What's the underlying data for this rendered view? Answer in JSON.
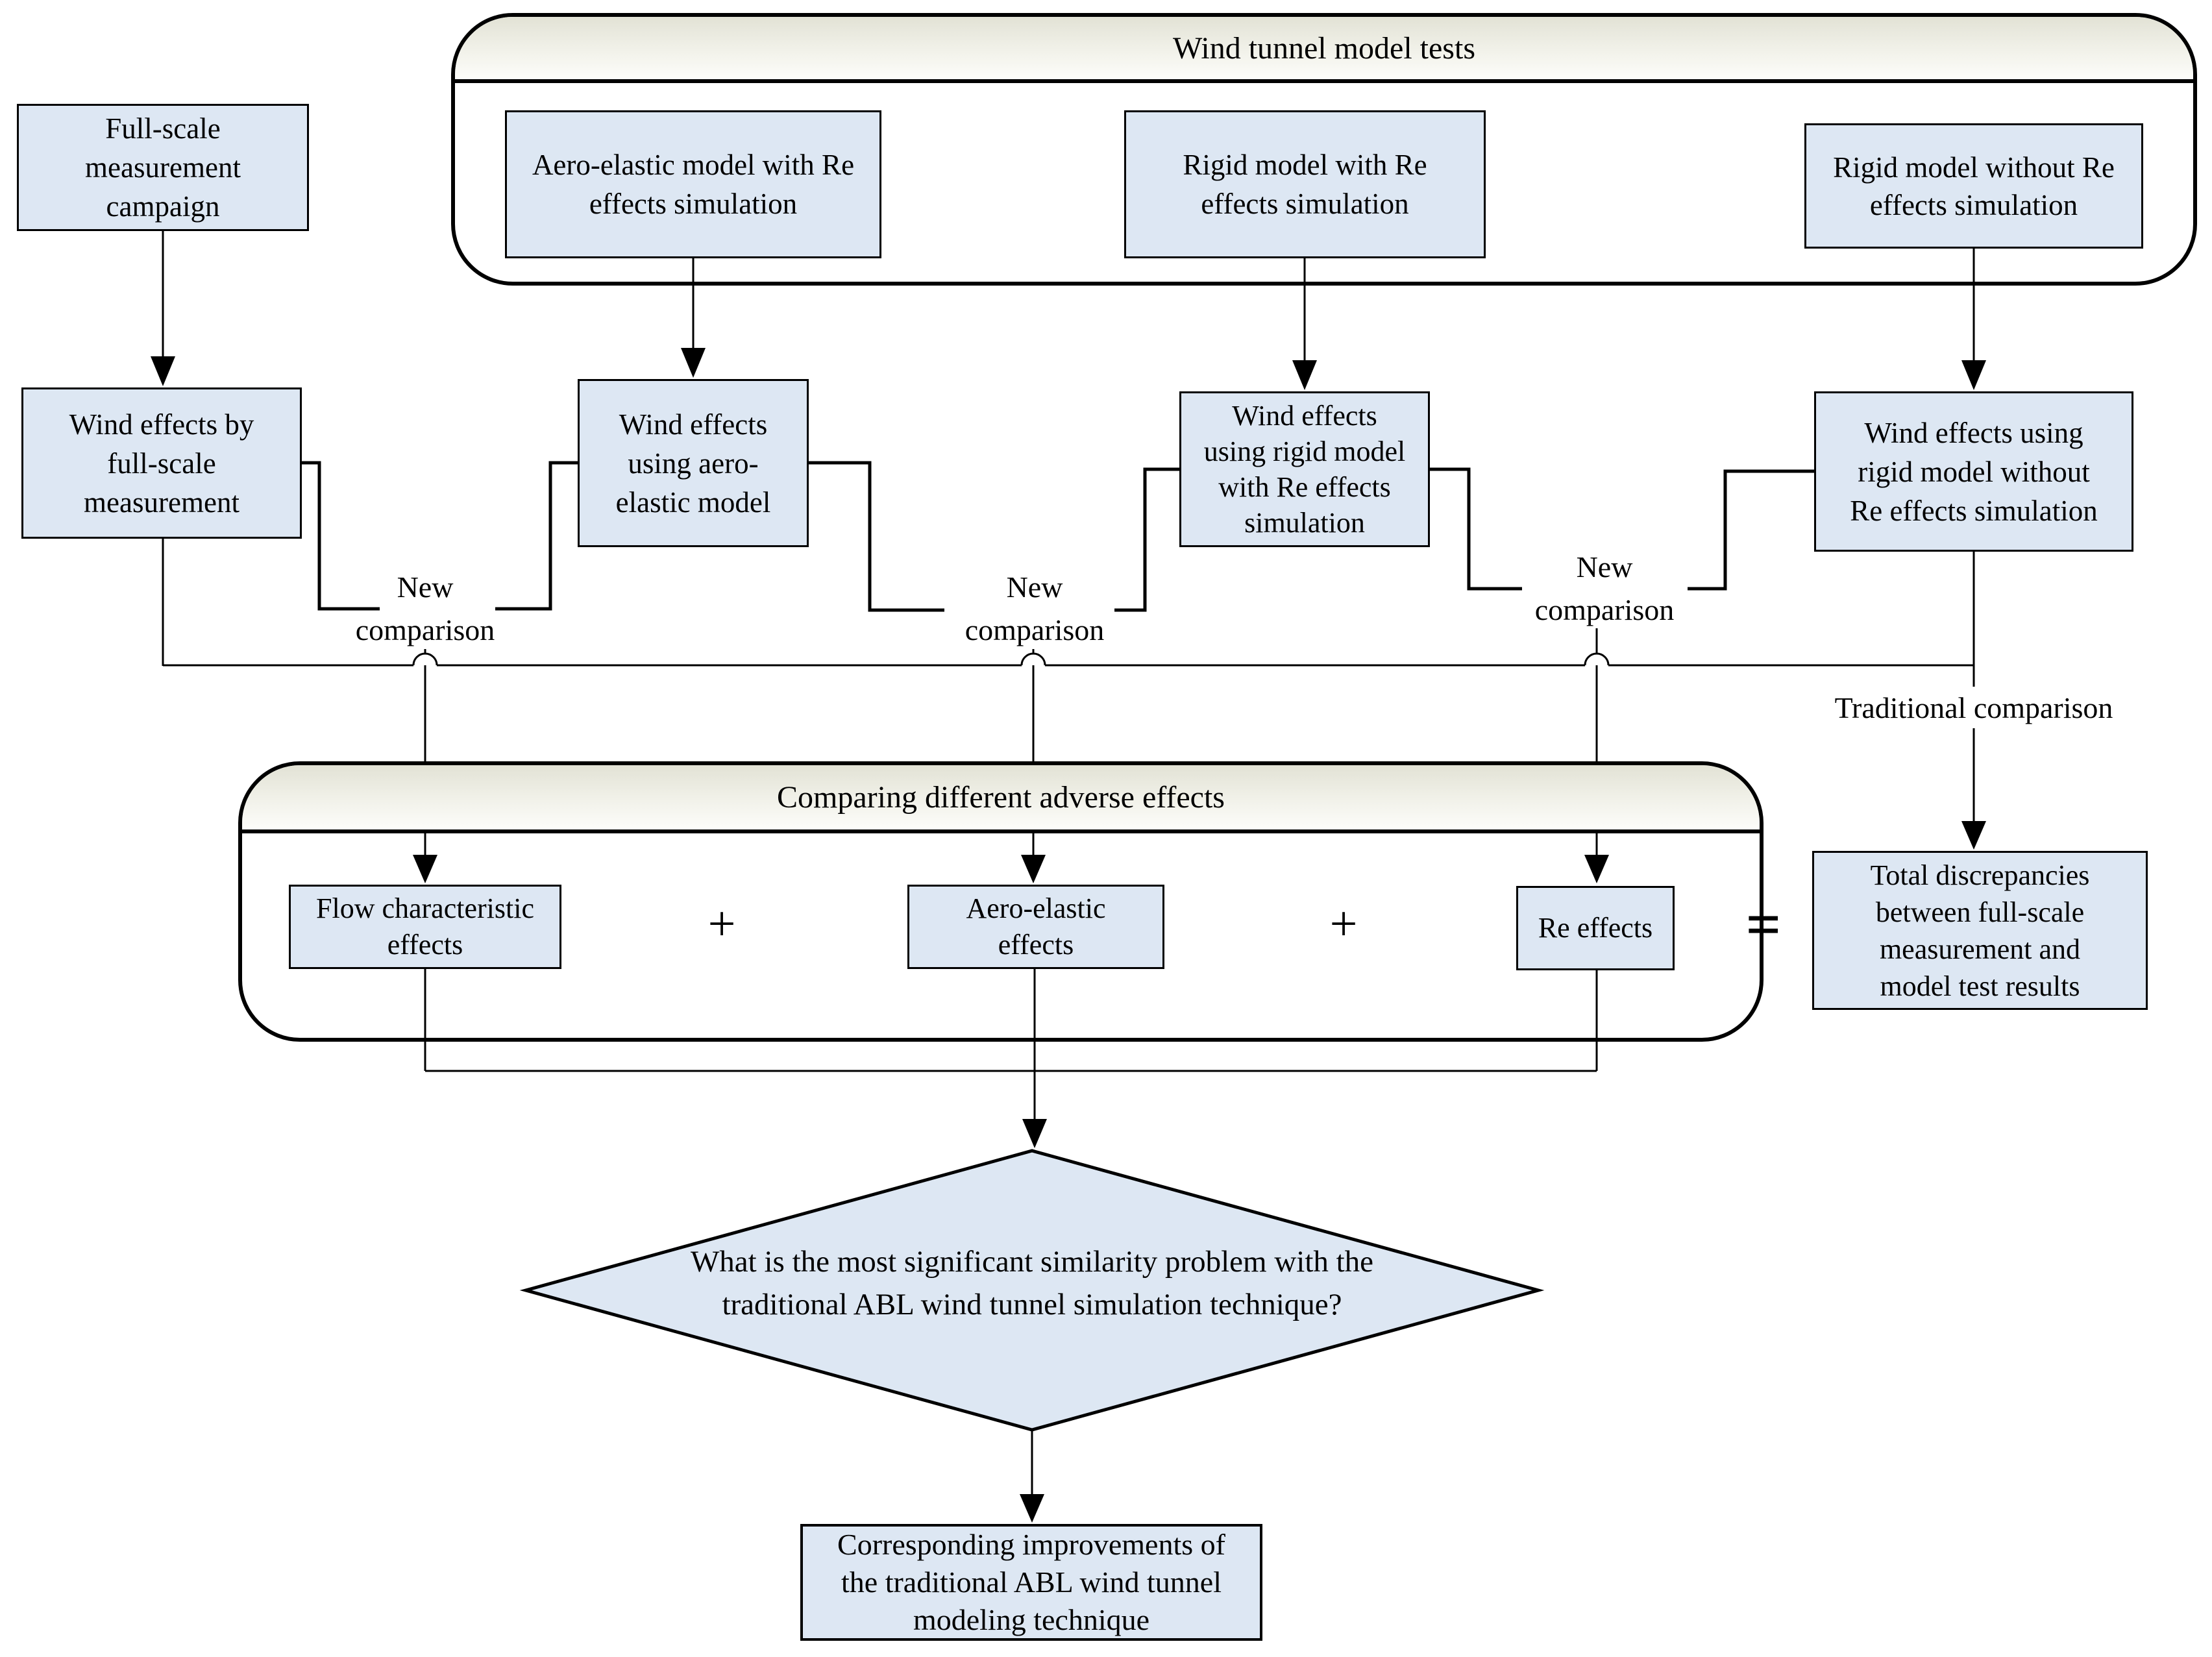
{
  "colors": {
    "box_fill": "#dde7f3",
    "line": "#000000",
    "header_gradient_top": "#e2e2d5",
    "header_gradient_bottom": "#fdfdfa"
  },
  "full_scale_campaign": {
    "lines": [
      "Full-scale",
      "measurement",
      "campaign"
    ]
  },
  "wind_tunnel_tests": {
    "title": "Wind tunnel model tests",
    "aero_elastic_model": {
      "lines": [
        "Aero-elastic model with Re",
        "effects simulation"
      ]
    },
    "rigid_model_with_re": {
      "lines": [
        "Rigid model with Re",
        "effects simulation"
      ]
    },
    "rigid_model_without_re": {
      "lines": [
        "Rigid model without Re",
        "effects simulation"
      ]
    }
  },
  "wind_effects": {
    "full_scale": {
      "lines": [
        "Wind effects by",
        "full-scale",
        "measurement"
      ]
    },
    "aero_elastic": {
      "lines": [
        "Wind effects",
        "using aero-",
        "elastic model"
      ]
    },
    "rigid_with_re": {
      "lines": [
        "Wind effects",
        "using rigid model",
        "with Re effects",
        "simulation"
      ]
    },
    "rigid_without_re": {
      "lines": [
        "Wind effects using",
        "rigid model without",
        "Re effects simulation"
      ]
    }
  },
  "comparison_labels": {
    "new_comparison_1": {
      "lines": [
        "New",
        "comparison"
      ]
    },
    "new_comparison_2": {
      "lines": [
        "New",
        "comparison"
      ]
    },
    "new_comparison_3": {
      "lines": [
        "New",
        "comparison"
      ]
    },
    "traditional": "Traditional comparison"
  },
  "comparing_effects": {
    "title": "Comparing different adverse effects",
    "flow_characteristic": {
      "lines": [
        "Flow characteristic",
        "effects"
      ]
    },
    "aero_elastic": {
      "lines": [
        "Aero-elastic",
        "effects"
      ]
    },
    "re_effects": {
      "lines": [
        "Re effects"
      ]
    },
    "plus_1": "+",
    "plus_2": "+",
    "equals": "="
  },
  "total_discrepancies": {
    "lines": [
      "Total discrepancies",
      "between full-scale",
      "measurement and",
      "model test results"
    ]
  },
  "question_diamond": {
    "lines": [
      "What is the most significant similarity problem with the",
      "traditional ABL wind tunnel simulation technique?"
    ]
  },
  "improvements_box": {
    "lines": [
      "Corresponding improvements of",
      "the traditional ABL wind tunnel",
      "modeling technique"
    ]
  }
}
